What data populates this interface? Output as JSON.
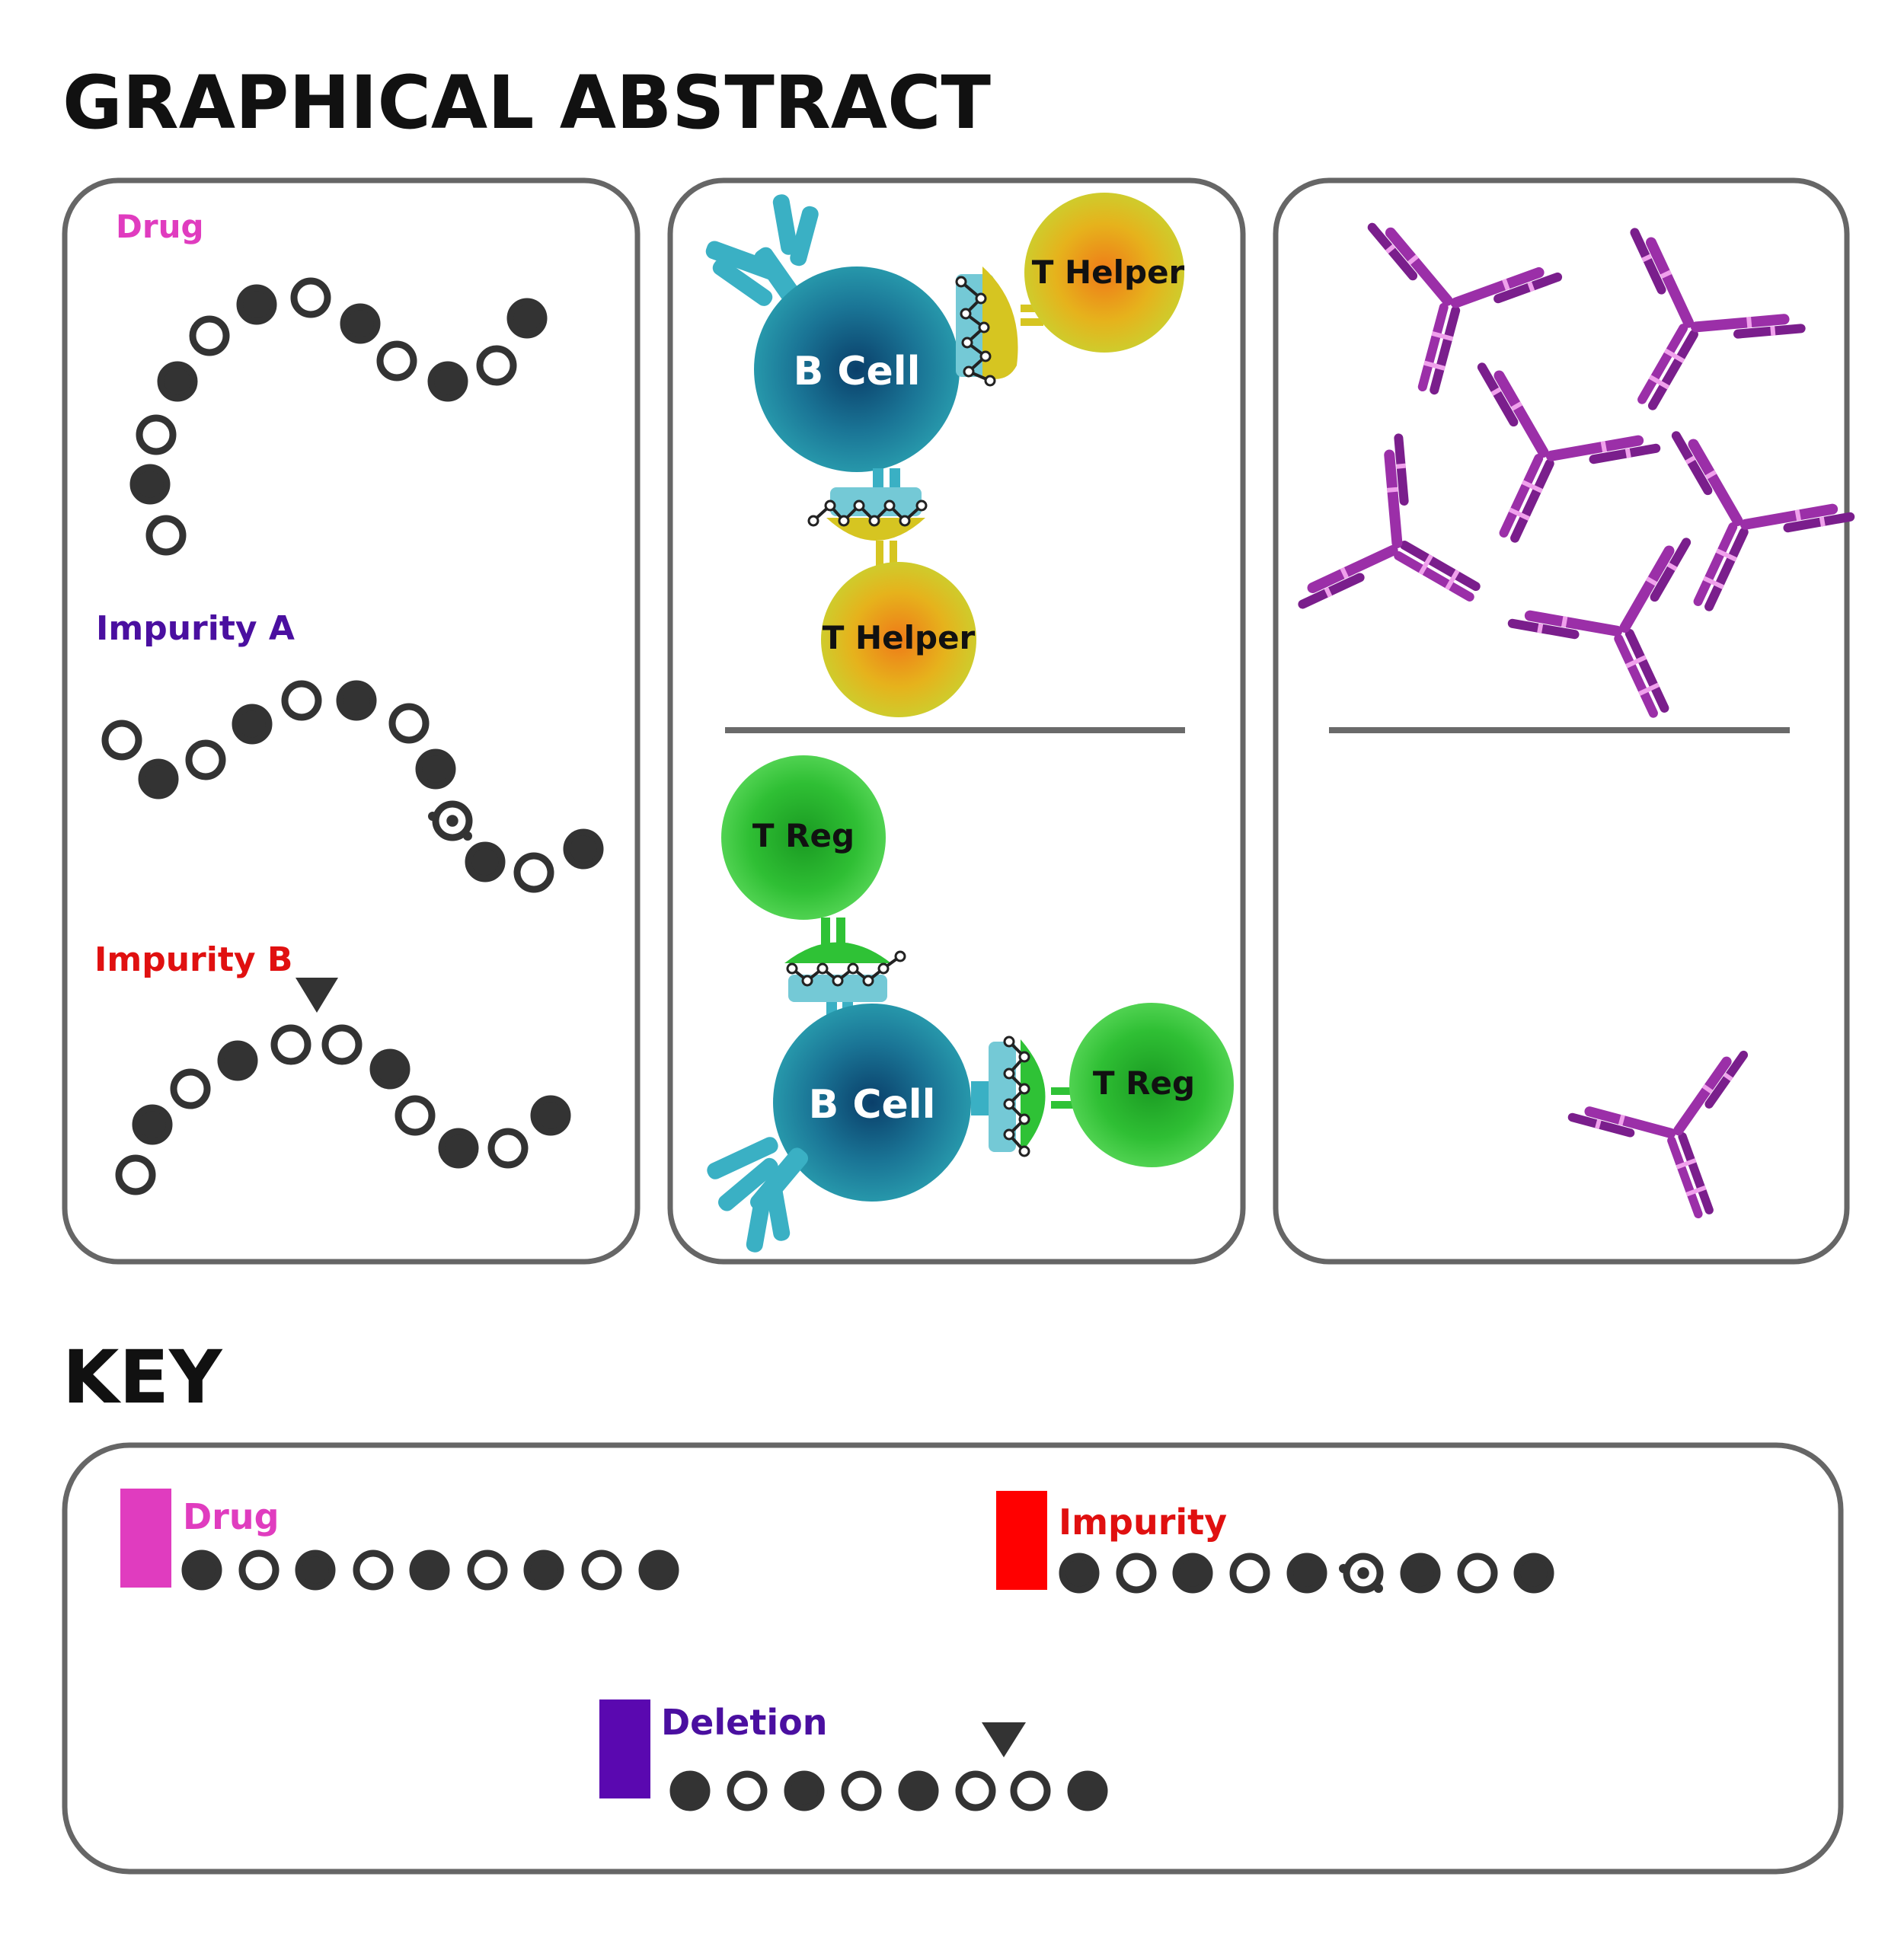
{
  "headings": {
    "abstract": "GRAPHICAL ABSTRACT",
    "key": "KEY"
  },
  "panel1": {
    "drug_label": "Drug",
    "impurity_a_label": "Impurity A",
    "impurity_b_label": "Impurity B"
  },
  "panel2": {
    "b_cell_label": "B Cell",
    "t_helper_label": "T Helper",
    "t_reg_label": "T Reg"
  },
  "key": {
    "drug_label": "Drug",
    "impurity_label": "Impurity",
    "deletion_label": "Deletion"
  },
  "colors": {
    "drug": "#e03cbf",
    "impurity_a": "#4a0fa0",
    "impurity_b": "#e01010",
    "key_impurity": "#ff0000",
    "deletion": "#5a08b0",
    "b_cell": "#1a7f9a",
    "t_helper": "#e0c020",
    "t_reg": "#2fc236",
    "antibody": "#9b2fa8",
    "bead": "#333333"
  },
  "icons": {
    "modified_bead": "target-bead-icon",
    "deletion_marker": "down-triangle-icon",
    "antibody": "y-antibody-icon",
    "receptor": "receptor-icon"
  }
}
